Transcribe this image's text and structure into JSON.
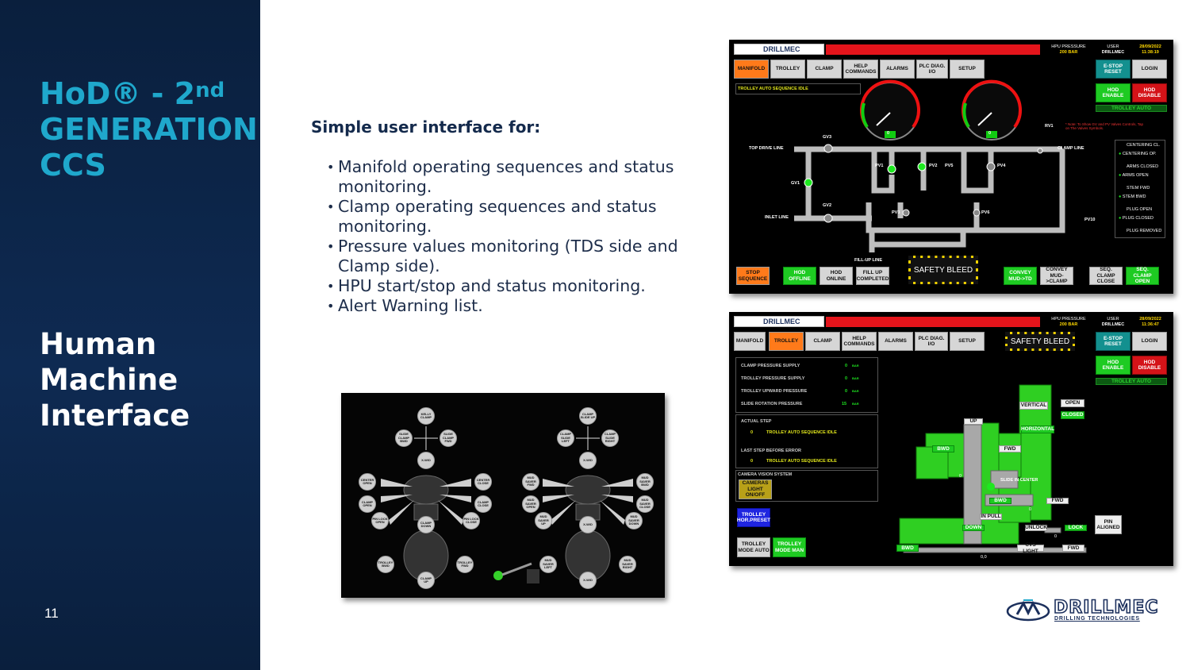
{
  "sidebar": {
    "title_line1_pre": "HoD® - 2",
    "title_line1_sup": "nd",
    "title_line2": "GENERATION",
    "title_line3": "CCS",
    "subtitle_line1": "Human",
    "subtitle_line2": "Machine",
    "subtitle_line3": "Interface",
    "page_number": "11"
  },
  "content": {
    "intro": "Simple user interface for:",
    "bullets": [
      "Manifold operating sequences and status monitoring.",
      "Clamp operating sequences and status monitoring.",
      "Pressure values monitoring (TDS side and Clamp side).",
      "HPU start/stop and status monitoring.",
      "Alert Warning list."
    ]
  },
  "colors": {
    "sidebar_bg": "#0e2a52",
    "title_accent": "#1fa8cc",
    "alarm_red": "#e4141b",
    "active_orange": "#ff7a1a",
    "ok_green": "#1ecb22"
  },
  "hmi_common": {
    "logo_text": "DRILLMEC",
    "hpu_pressure_label": "HPU PRESSURE",
    "hpu_pressure_value": "200",
    "hpu_pressure_unit": "BAR",
    "user_label": "USER",
    "user_value": "DRILLMEC",
    "tabs": [
      "MANIFOLD",
      "TROLLEY",
      "CLAMP",
      "HELP COMMANDS",
      "ALARMS",
      "PLC DIAG. I/O",
      "SETUP"
    ],
    "estop": "E-STOP RESET",
    "login": "LOGIN",
    "hod_enable": "HOD ENABLE",
    "hod_disable": "HOD DISABLE",
    "trolley_auto": "TROLLEY AUTO",
    "safety_bleed": "SAFETY BLEED"
  },
  "screen1": {
    "date": "28/09/2022",
    "time": "11:38:19",
    "sequence_status": "TROLLEY AUTO SEQUENCE IDLE",
    "gauge_values": [
      "0",
      "0"
    ],
    "labels": {
      "top_drive_line": "TOP DRIVE LINE",
      "inlet_line": "INLET LINE",
      "clamp_line": "CLAMP LINE",
      "fill_up_line": "FILL-UP LINE",
      "gv1": "GV1",
      "gv2": "GV2",
      "gv3": "GV3",
      "pv1": "PV1",
      "pv2": "PV2",
      "pv3": "PV3",
      "pv4": "PV4",
      "pv5": "PV5",
      "pv6": "PV6",
      "pv10": "PV10",
      "rv1": "RV1"
    },
    "note": "* Note: To Show GV and PV Valves Controls, Tap on The Valves Symbols.",
    "status_list": [
      "CENTERING CL.",
      "CENTERING OP.",
      "ARMS CLOSED",
      "ARMS OPEN",
      "STEM FWD",
      "STEM BWD",
      "PLUG OPEN",
      "PLUG CLOSED",
      "PLUG REMOVED"
    ],
    "bottom_buttons": [
      "STOP SEQUENCE",
      "HOD OFFLINE",
      "HOD ONLINE",
      "FILL UP COMPLETED",
      "CONVEY MUD->TD",
      "CONVEY MUD->CLAMP",
      "SEQ. CLAMP CLOSE",
      "SEQ. CLAMP OPEN"
    ]
  },
  "screen2": {
    "date": "28/09/2022",
    "time": "11:36:47",
    "pressures": [
      {
        "label": "CLAMP PRESSURE SUPPLY",
        "value": "0",
        "unit": "BAR"
      },
      {
        "label": "TROLLEY PRESSURE SUPPLY",
        "value": "0",
        "unit": "BAR"
      },
      {
        "label": "TROLLEY UPWARD PRESSURE",
        "value": "0",
        "unit": "BAR"
      },
      {
        "label": "SLIDE ROTATION PRESSURE",
        "value": "15",
        "unit": "BAR"
      }
    ],
    "actual_step_label": "ACTUAL STEP",
    "actual_step_num": "0",
    "actual_step_text": "TROLLEY AUTO SEQUENCE IDLE",
    "last_step_label": "LAST STEP BEFORE ERROR",
    "last_step_num": "0",
    "last_step_text": "TROLLEY AUTO SEQUENCE IDLE",
    "camera_label": "CAMERA VISION SYSTEM",
    "camera_btn": "CAMERAS LIGHT ON/OFF",
    "trolley_hor_preset": "TROLLEY HOR.PRESET",
    "mode_auto": "TROLLEY MODE AUTO",
    "mode_man": "TROLLEY MODE MAN",
    "machine_labels": [
      "VERTICAL",
      "OPEN",
      "CLOSED",
      "HORIZONTAL",
      "UP",
      "BWD",
      "FWD",
      "SLIDE IN CENTER",
      "BWD",
      "FWD",
      "IN PULL",
      "DOWN",
      "UNLOCK",
      "LOCK",
      "PIN ALIGNED",
      "BWD",
      "CVS LIGHT",
      "FWD"
    ],
    "readouts": [
      "0",
      "0",
      "0",
      "0,0"
    ]
  },
  "screen3": {
    "left_labels": [
      "KELLY CLAMP",
      "SLIDE CLAMP BWD",
      "SLIDE CLAMP FWD",
      "X-W/D",
      "CENTER OPEN",
      "CENTER CLOSE",
      "CLAMP OPEN",
      "CLAMP CLOSE",
      "PIN LOCK OPEN",
      "PIN LOCK CLOSE",
      "CLAMP DOWN",
      "TROLLEY BWD",
      "TROLLEY FWD",
      "CLAMP UP"
    ],
    "right_labels": [
      "CLAMP SLIDE UP",
      "CLAMP SLIDE LEFT",
      "CLAMP SLIDE RIGHT",
      "X-W/D",
      "MUD SAVER FWD",
      "MUD SAVER BWD",
      "MUD SAVER OPEN",
      "MUD SAVER CLOSE",
      "MUD SAVER UP",
      "MUD SAVER DOWN",
      "MUD SAVER LEFT",
      "MUD SAVER RIGHT",
      "X-W/D",
      "X-W/D"
    ]
  },
  "footer_logo": {
    "name": "DRILLMEC",
    "tagline": "DRILLING TECHNOLOGIES"
  }
}
